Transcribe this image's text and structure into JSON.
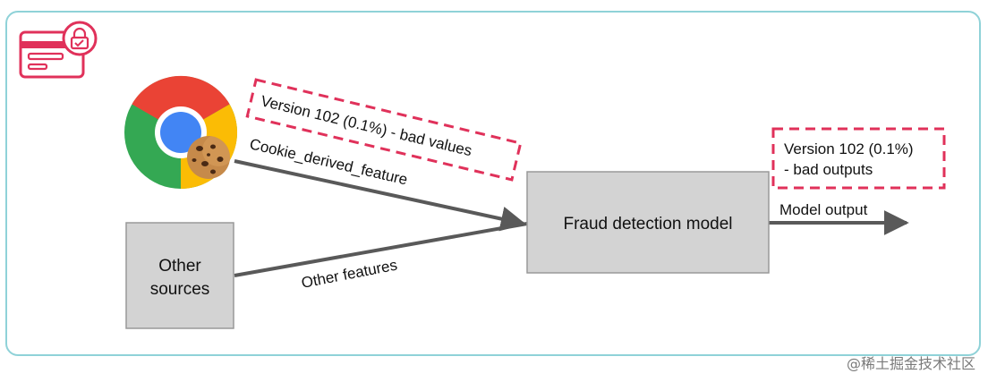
{
  "colors": {
    "frame": "#8fd2d8",
    "accent": "#e0315a",
    "box_fill": "#d3d3d3",
    "box_stroke": "#999999",
    "arrow": "#595959"
  },
  "icons": {
    "card": "credit-card-lock-icon",
    "browser": "chrome-icon",
    "cookie": "cookie-icon"
  },
  "nodes": {
    "other_sources": [
      "Other",
      "sources"
    ],
    "model": "Fraud detection model"
  },
  "edges": {
    "cookie_feature": "Cookie_derived_feature",
    "other_features": "Other features",
    "model_output": "Model output"
  },
  "callouts": {
    "bad_values": "Version 102 (0.1%) - bad values",
    "bad_outputs": [
      "Version 102 (0.1%)",
      "- bad outputs"
    ]
  },
  "watermark": "@稀土掘金技术社区"
}
